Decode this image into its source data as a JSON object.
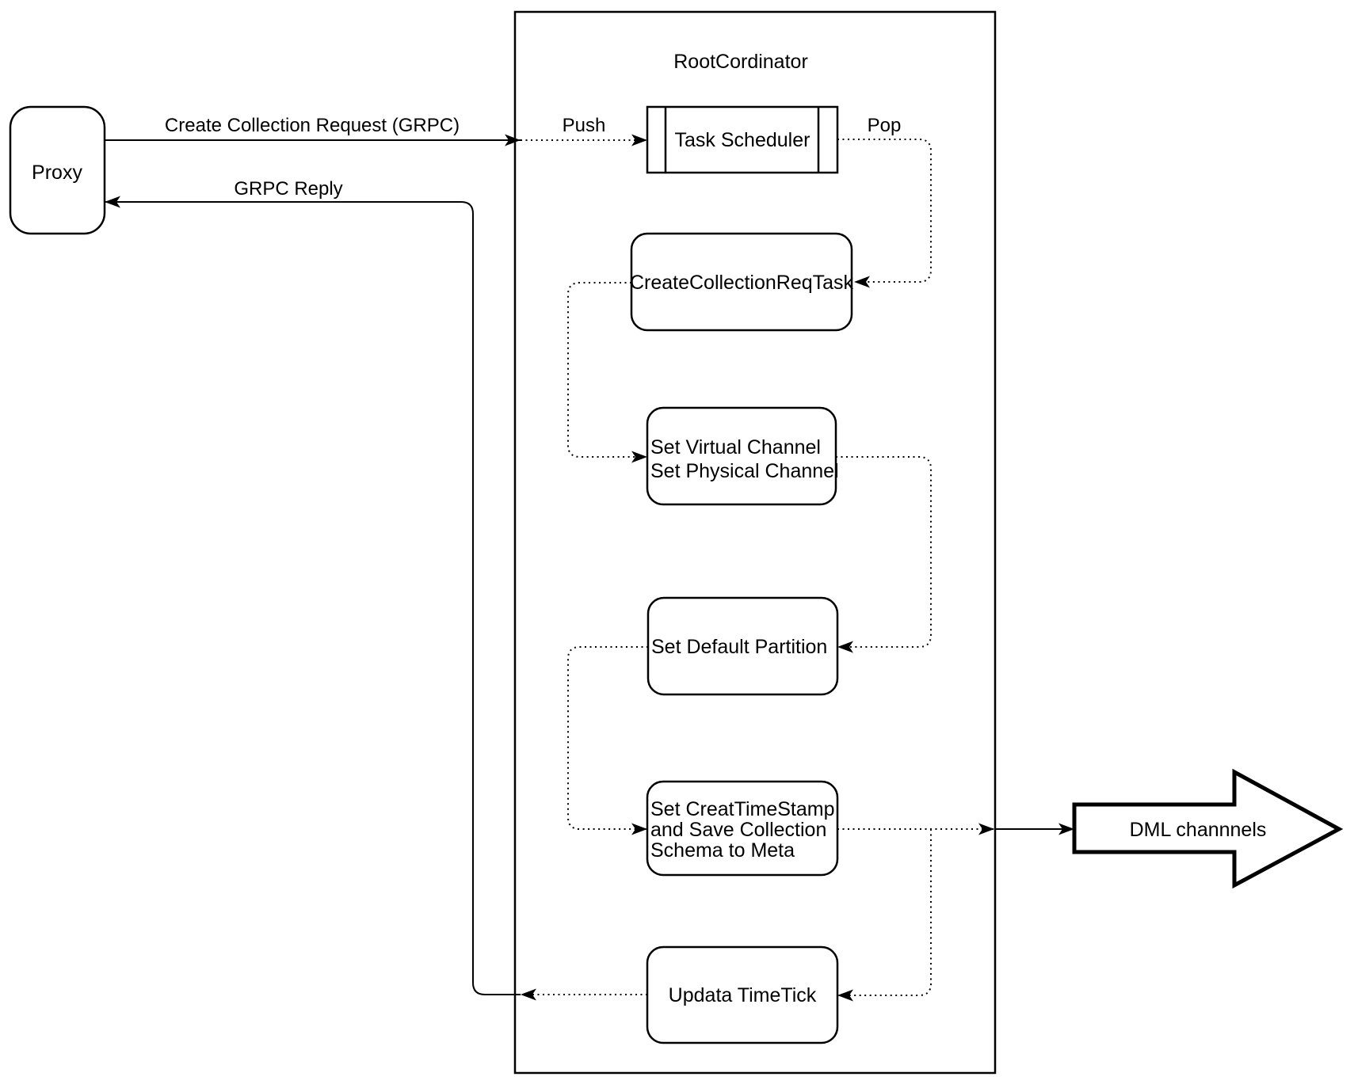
{
  "diagram": {
    "background": "#ffffff",
    "stroke_color": "#000000",
    "container": {
      "title": "RootCordinator"
    },
    "nodes": {
      "proxy": {
        "label": "Proxy"
      },
      "task_scheduler": {
        "label": "Task Scheduler"
      },
      "create_collection_req_task": {
        "label": "CreateCollectionReqTask"
      },
      "set_channels": {
        "line1": "Set Virtual Channel",
        "line2": "Set Physical Channel"
      },
      "set_default_partition": {
        "label": "Set Default Partition"
      },
      "set_creat_timestamp": {
        "line1": "Set CreatTimeStamp",
        "line2": "and Save Collection",
        "line3": "Schema to Meta"
      },
      "updata_timetick": {
        "label": "Updata TimeTick"
      },
      "dml_channels": {
        "label": "DML channnels"
      }
    },
    "edge_labels": {
      "create_collection_request": "Create Collection Request (GRPC)",
      "grpc_reply": "GRPC Reply",
      "push": "Push",
      "pop": "Pop"
    }
  }
}
